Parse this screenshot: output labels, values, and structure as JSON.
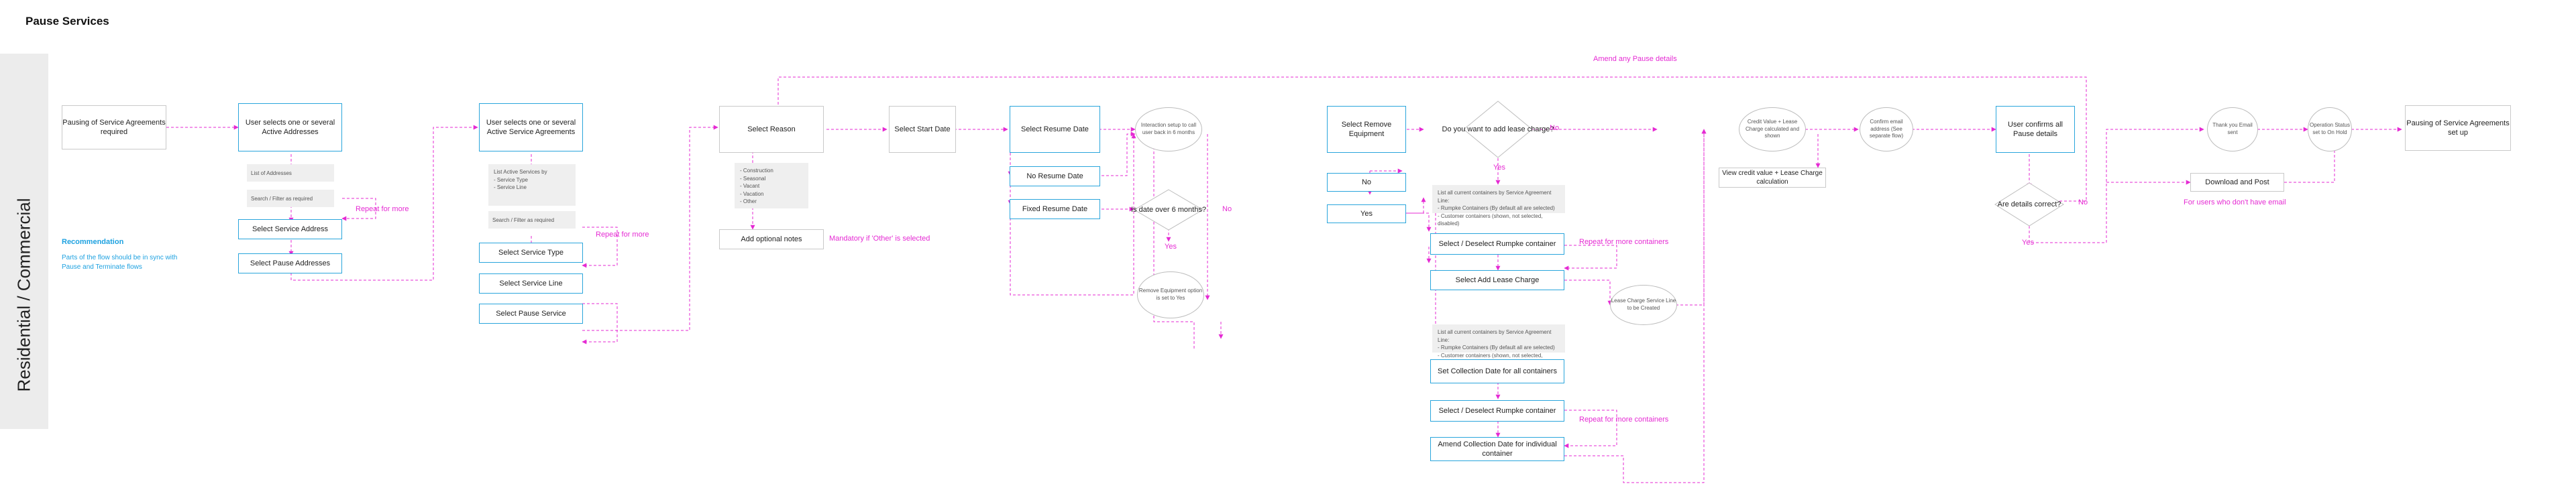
{
  "title": "Pause Services",
  "lane_label": "Residential / Commercial",
  "recommendation": {
    "heading": "Recommendation",
    "body": "Parts of the flow should be in sync with Pause and Terminate flows"
  },
  "colors": {
    "connector": "#e52ad3",
    "blue_border": "#29a5dc",
    "grey_border": "#c9c9c9",
    "note_fill": "#efefef"
  },
  "boxes": {
    "pausing_required": "Pausing of Service Agreements required",
    "select_addresses": "User selects one or several Active Addresses",
    "select_service_address": "Select Service Address",
    "select_pause_addresses": "Select Pause Addresses",
    "select_agreements": "User selects one or several Active Service Agreements",
    "select_service_type": "Select Service Type",
    "select_service_line": "Select Service Line",
    "select_pause_service": "Select Pause Service",
    "select_reason": "Select Reason",
    "add_optional_notes": "Add optional notes",
    "select_start_date": "Select Start Date",
    "select_resume_date": "Select Resume Date",
    "no_resume_date": "No Resume Date",
    "fixed_resume_date": "Fixed Resume Date",
    "select_remove_equipment": "Select Remove Equipment",
    "no": "No",
    "yes": "Yes",
    "select_deselect_rumpke_1": "Select / Deselect Rumpke container",
    "select_add_lease_charge": "Select Add Lease Charge",
    "set_collection_date": "Set Collection Date for all containers",
    "select_deselect_rumpke_2": "Select / Deselect Rumpke container",
    "amend_collection_date": "Amend Collection Date for individual container",
    "view_credit_value": "View credit value + Lease Charge calculation",
    "user_confirms": "User confirms all Pause details",
    "download_and_post": "Download and Post",
    "pausing_set_up": "Pausing of Service Agreements set up"
  },
  "notes": {
    "list_addresses": "List of Addresses",
    "search_filter_1": "Search / Filter as required",
    "active_services": "List Active Services by\n- Service Type\n  - Service Line",
    "search_filter_2": "Search / Filter as required",
    "reasons": "- Construction\n- Seasonal\n- Vacant\n- Vacation\n- Other",
    "containers_1": "List all current containers by Service Agreement Line:\n- Rumpke Containers (By default all are selected)\n- Customer containers (shown, not selected, disabled)",
    "containers_2": "List all current containers by Service Agreement Line:\n- Rumpke Containers (By default all are selected)\n- Customer containers (shown, not selected, disabled)"
  },
  "circles": {
    "interaction_setup": "Interaction setup to call user back in 6 months",
    "remove_equipment_yes": "Remove Equipment option is set to Yes",
    "lease_charge_line": "Lease Charge Service Line to be Created",
    "credit_value": "Credit Value + Lease Charge calculated and shown",
    "confirm_email": "Confirm email address (See separate flow)",
    "thank_you": "Thank you Email sent",
    "operation_status": "Operation Status set to On Hold"
  },
  "decisions": {
    "date_over_6_months": "Is date over 6 months?",
    "add_lease_charge": "Do you want to add lease charge?",
    "details_correct": "Are details correct?"
  },
  "annotations": {
    "repeat_1": "Repeat for more",
    "repeat_2": "Repeat for more",
    "mandatory_other": "Mandatory if 'Other' is selected",
    "repeat_containers_1": "Repeat for more containers",
    "repeat_containers_2": "Repeat for more containers",
    "amend_pause_details": "Amend any Pause details",
    "for_users_no_email": "For users who don't have email"
  },
  "edge_labels": {
    "no_over6": "No",
    "yes_over6": "Yes",
    "no_lease": "No",
    "yes_lease": "Yes",
    "no_correct": "No",
    "yes_correct": "Yes"
  }
}
